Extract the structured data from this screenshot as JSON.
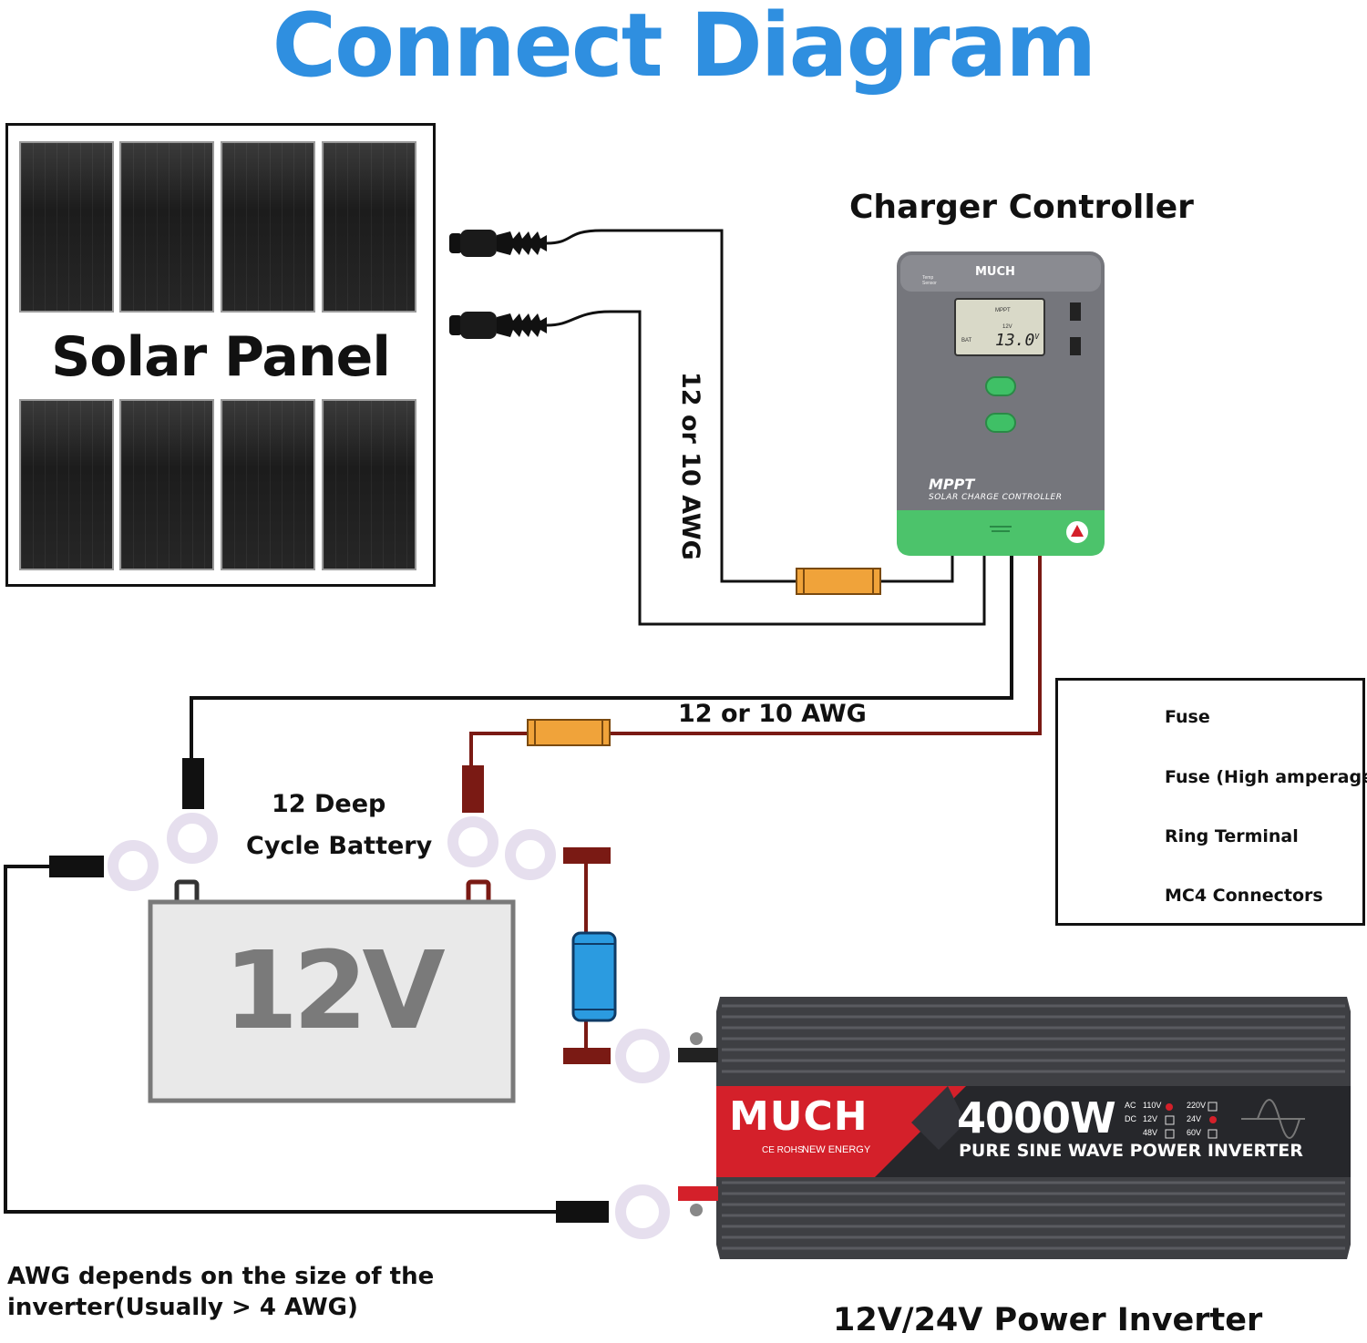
{
  "title": "Connect Diagram",
  "solar_panel": {
    "label": "Solar Panel"
  },
  "controller": {
    "heading": "Charger Controller",
    "brand": "MUCH",
    "temp_sensor": "Temp Sensor",
    "lcd_reading": "13.0",
    "lcd_unit": "V",
    "lcd_voltage": "12V",
    "lcd_mode": "MPPT",
    "lcd_bat": "BAT",
    "model": "MPPT",
    "subtitle": "SOLAR CHARGE CONTROLLER"
  },
  "wire_labels": {
    "solar_to_controller": "12 or 10 AWG",
    "controller_to_battery": "12 or 10 AWG"
  },
  "battery": {
    "label_line1": "12 Deep",
    "label_line2": "Cycle Battery",
    "voltage": "12V"
  },
  "inverter": {
    "brand": "MUCH",
    "certifications": "CE ROHS",
    "tagline": "NEW ENERGY",
    "power": "4000W",
    "description": "PURE SINE WAVE POWER INVERTER",
    "spec_ac": "AC",
    "spec_dc": "DC",
    "spec_110v": "110V",
    "spec_220v": "220V",
    "spec_12v": "12V",
    "spec_24v": "24V",
    "spec_48v": "48V",
    "spec_60v": "60V",
    "caption": "12V/24V Power Inverter"
  },
  "note": {
    "line1": "AWG depends on the size of the",
    "line2": "inverter(Usually > 4 AWG)"
  },
  "legend": {
    "items": [
      {
        "label": "Fuse",
        "icon": "fuse-icon"
      },
      {
        "label": "Fuse (High amperage)",
        "icon": "high-amp-fuse-icon"
      },
      {
        "label": "Ring Terminal",
        "icon": "ring-terminal-icon"
      },
      {
        "label": "MC4 Connectors",
        "icon": "mc4-connector-icon"
      }
    ]
  },
  "colors": {
    "title": "#2f8fe0",
    "fuse": "#f0a33a",
    "high_amp_fuse": "#2b9be0",
    "positive_wire": "#7a1a14",
    "negative_wire": "#111111",
    "controller_body": "#7b7b80",
    "controller_base": "#4cc36b",
    "inverter_red": "#d4202a"
  }
}
